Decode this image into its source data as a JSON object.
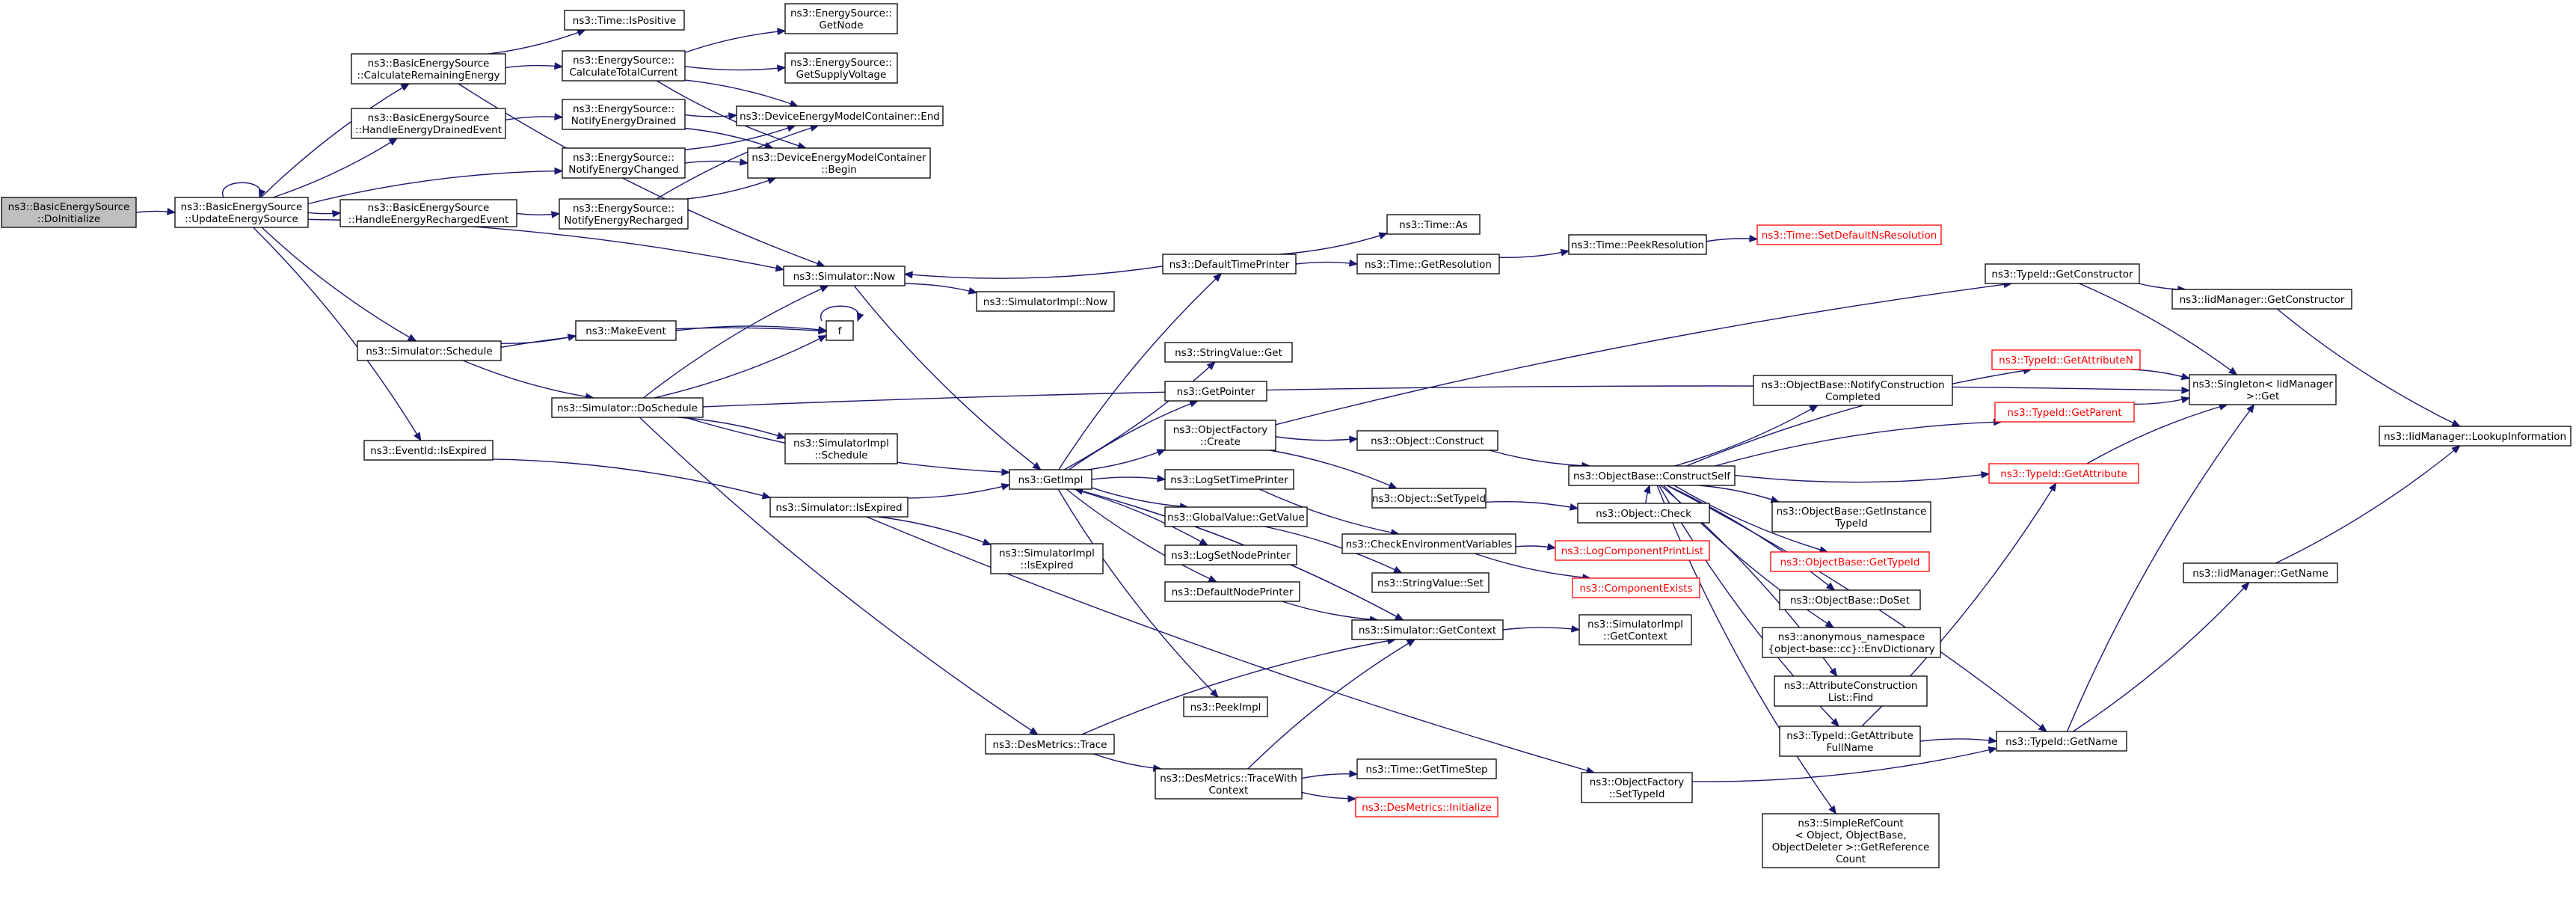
{
  "graph": {
    "nodes": [
      {
        "id": "n_doinit",
        "lines": [
          "ns3::BasicEnergySource",
          "::DoInitialize"
        ],
        "style": "start"
      },
      {
        "id": "n_update",
        "lines": [
          "ns3::BasicEnergySource",
          "::UpdateEnergySource"
        ]
      },
      {
        "id": "n_calcrem",
        "lines": [
          "ns3::BasicEnergySource",
          "::CalculateRemainingEnergy"
        ]
      },
      {
        "id": "n_handledrained",
        "lines": [
          "ns3::BasicEnergySource",
          "::HandleEnergyDrainedEvent"
        ]
      },
      {
        "id": "n_handlerecharged",
        "lines": [
          "ns3::BasicEnergySource",
          "::HandleEnergyRechargedEvent"
        ]
      },
      {
        "id": "n_timeispos",
        "lines": [
          "ns3::Time::IsPositive"
        ]
      },
      {
        "id": "n_calctotal",
        "lines": [
          "ns3::EnergySource::",
          "CalculateTotalCurrent"
        ]
      },
      {
        "id": "n_notifydrained",
        "lines": [
          "ns3::EnergySource::",
          "NotifyEnergyDrained"
        ]
      },
      {
        "id": "n_notifychanged",
        "lines": [
          "ns3::EnergySource::",
          "NotifyEnergyChanged"
        ]
      },
      {
        "id": "n_notifyrecharged",
        "lines": [
          "ns3::EnergySource::",
          "NotifyEnergyRecharged"
        ]
      },
      {
        "id": "n_getnode",
        "lines": [
          "ns3::EnergySource::",
          "GetNode"
        ]
      },
      {
        "id": "n_getsupply",
        "lines": [
          "ns3::EnergySource::",
          "GetSupplyVoltage"
        ]
      },
      {
        "id": "n_dcend",
        "lines": [
          "ns3::DeviceEnergyModelContainer::End"
        ]
      },
      {
        "id": "n_dcbegin",
        "lines": [
          "ns3::DeviceEnergyModelContainer",
          "::Begin"
        ]
      },
      {
        "id": "n_simnow",
        "lines": [
          "ns3::Simulator::Now"
        ]
      },
      {
        "id": "n_simimplnow",
        "lines": [
          "ns3::SimulatorImpl::Now"
        ]
      },
      {
        "id": "n_defaulttime",
        "lines": [
          "ns3::DefaultTimePrinter"
        ]
      },
      {
        "id": "n_timeas",
        "lines": [
          "ns3::Time::As"
        ]
      },
      {
        "id": "n_timegetres",
        "lines": [
          "ns3::Time::GetResolution"
        ]
      },
      {
        "id": "n_timepeekres",
        "lines": [
          "ns3::Time::PeekResolution"
        ]
      },
      {
        "id": "n_timesetdef",
        "lines": [
          "ns3::Time::SetDefaultNsResolution"
        ],
        "style": "red"
      },
      {
        "id": "n_simschedule",
        "lines": [
          "ns3::Simulator::Schedule"
        ]
      },
      {
        "id": "n_makeevent",
        "lines": [
          "ns3::MakeEvent"
        ]
      },
      {
        "id": "n_f",
        "lines": [
          "f"
        ]
      },
      {
        "id": "n_simdoschedule",
        "lines": [
          "ns3::Simulator::DoSchedule"
        ]
      },
      {
        "id": "n_simimplschedule",
        "lines": [
          "ns3::SimulatorImpl",
          "::Schedule"
        ]
      },
      {
        "id": "n_eventisexpired",
        "lines": [
          "ns3::EventId::IsExpired"
        ]
      },
      {
        "id": "n_simisexpired",
        "lines": [
          "ns3::Simulator::IsExpired"
        ]
      },
      {
        "id": "n_simimplisexpired",
        "lines": [
          "ns3::SimulatorImpl",
          "::IsExpired"
        ]
      },
      {
        "id": "n_getimpl",
        "lines": [
          "ns3::GetImpl"
        ]
      },
      {
        "id": "n_stringvalueget",
        "lines": [
          "ns3::StringValue::Get"
        ]
      },
      {
        "id": "n_getpointer",
        "lines": [
          "ns3::GetPointer"
        ]
      },
      {
        "id": "n_objfactcreate",
        "lines": [
          "ns3::ObjectFactory",
          "::Create"
        ]
      },
      {
        "id": "n_logsettime",
        "lines": [
          "ns3::LogSetTimePrinter"
        ]
      },
      {
        "id": "n_globalvalue",
        "lines": [
          "ns3::GlobalValue::GetValue"
        ]
      },
      {
        "id": "n_logsetnode",
        "lines": [
          "ns3::LogSetNodePrinter"
        ]
      },
      {
        "id": "n_defaultnode",
        "lines": [
          "ns3::DefaultNodePrinter"
        ]
      },
      {
        "id": "n_peekimpl",
        "lines": [
          "ns3::PeekImpl"
        ]
      },
      {
        "id": "n_desmetricstrace",
        "lines": [
          "ns3::DesMetrics::Trace"
        ]
      },
      {
        "id": "n_desmetricstracewith",
        "lines": [
          "ns3::DesMetrics::TraceWith",
          "Context"
        ]
      },
      {
        "id": "n_timegetstep",
        "lines": [
          "ns3::Time::GetTimeStep"
        ]
      },
      {
        "id": "n_desmetricsinit",
        "lines": [
          "ns3::DesMetrics::Initialize"
        ],
        "style": "red"
      },
      {
        "id": "n_objconstruct",
        "lines": [
          "ns3::Object::Construct"
        ]
      },
      {
        "id": "n_objsettypeid",
        "lines": [
          "ns3::Object::SetTypeId"
        ]
      },
      {
        "id": "n_checkenv",
        "lines": [
          "ns3::CheckEnvironmentVariables"
        ]
      },
      {
        "id": "n_stringvalueset",
        "lines": [
          "ns3::StringValue::Set"
        ]
      },
      {
        "id": "n_simgetcontext",
        "lines": [
          "ns3::Simulator::GetContext"
        ]
      },
      {
        "id": "n_simimplgetcontext",
        "lines": [
          "ns3::SimulatorImpl",
          "::GetContext"
        ]
      },
      {
        "id": "n_objfactsettypeid",
        "lines": [
          "ns3::ObjectFactory",
          "::SetTypeId"
        ]
      },
      {
        "id": "n_objbasecs",
        "lines": [
          "ns3::ObjectBase::ConstructSelf"
        ]
      },
      {
        "id": "n_objcheck",
        "lines": [
          "ns3::Object::Check"
        ]
      },
      {
        "id": "n_logcomp",
        "lines": [
          "ns3::LogComponentPrintList"
        ],
        "style": "red"
      },
      {
        "id": "n_compexists",
        "lines": [
          "ns3::ComponentExists"
        ],
        "style": "red"
      },
      {
        "id": "n_typeidgetctor",
        "lines": [
          "ns3::TypeId::GetConstructor"
        ]
      },
      {
        "id": "n_iidgetctor",
        "lines": [
          "ns3::IidManager::GetConstructor"
        ]
      },
      {
        "id": "n_singleton",
        "lines": [
          "ns3::Singleton< IidManager",
          ">::Get"
        ]
      },
      {
        "id": "n_iidlookup",
        "lines": [
          "ns3::IidManager::LookupInformation"
        ]
      },
      {
        "id": "n_typeidgetattrn",
        "lines": [
          "ns3::TypeId::GetAttributeN"
        ],
        "style": "red"
      },
      {
        "id": "n_objbasenotify",
        "lines": [
          "ns3::ObjectBase::NotifyConstruction",
          "Completed"
        ]
      },
      {
        "id": "n_typeidgetparent",
        "lines": [
          "ns3::TypeId::GetParent"
        ],
        "style": "red"
      },
      {
        "id": "n_typeidgetattr",
        "lines": [
          "ns3::TypeId::GetAttribute"
        ],
        "style": "red"
      },
      {
        "id": "n_objbasegetinst",
        "lines": [
          "ns3::ObjectBase::GetInstance",
          "TypeId"
        ]
      },
      {
        "id": "n_objbasegettypeid",
        "lines": [
          "ns3::ObjectBase::GetTypeId"
        ],
        "style": "red"
      },
      {
        "id": "n_objbasedoset",
        "lines": [
          "ns3::ObjectBase::DoSet"
        ]
      },
      {
        "id": "n_envdict",
        "lines": [
          "ns3::anonymous_namespace",
          "{object-base::cc}::EnvDictionary"
        ]
      },
      {
        "id": "n_attrconstlist",
        "lines": [
          "ns3::AttributeConstruction",
          "List::Find"
        ]
      },
      {
        "id": "n_typeidgetattrfull",
        "lines": [
          "ns3::TypeId::GetAttribute",
          "FullName"
        ]
      },
      {
        "id": "n_typeidgetname",
        "lines": [
          "ns3::TypeId::GetName"
        ]
      },
      {
        "id": "n_iidgetname",
        "lines": [
          "ns3::IidManager::GetName"
        ]
      },
      {
        "id": "n_simplerefcount",
        "lines": [
          "ns3::SimpleRefCount",
          "< Object, ObjectBase,",
          "ObjectDeleter >::GetReference",
          "Count"
        ]
      }
    ],
    "edges": [
      [
        "n_doinit",
        "n_update"
      ],
      [
        "n_update",
        "n_update"
      ],
      [
        "n_update",
        "n_calcrem"
      ],
      [
        "n_update",
        "n_handledrained"
      ],
      [
        "n_update",
        "n_notifychanged"
      ],
      [
        "n_update",
        "n_handlerecharged"
      ],
      [
        "n_update",
        "n_simnow"
      ],
      [
        "n_update",
        "n_simschedule"
      ],
      [
        "n_update",
        "n_eventisexpired"
      ],
      [
        "n_calcrem",
        "n_timeispos"
      ],
      [
        "n_calcrem",
        "n_calctotal"
      ],
      [
        "n_calcrem",
        "n_simnow"
      ],
      [
        "n_calctotal",
        "n_getnode"
      ],
      [
        "n_calctotal",
        "n_getsupply"
      ],
      [
        "n_calctotal",
        "n_dcend"
      ],
      [
        "n_calctotal",
        "n_dcbegin"
      ],
      [
        "n_handledrained",
        "n_notifydrained"
      ],
      [
        "n_notifydrained",
        "n_dcend"
      ],
      [
        "n_notifydrained",
        "n_dcbegin"
      ],
      [
        "n_notifychanged",
        "n_dcend"
      ],
      [
        "n_notifychanged",
        "n_dcbegin"
      ],
      [
        "n_handlerecharged",
        "n_notifyrecharged"
      ],
      [
        "n_notifyrecharged",
        "n_dcend"
      ],
      [
        "n_notifyrecharged",
        "n_dcbegin"
      ],
      [
        "n_simnow",
        "n_simimplnow"
      ],
      [
        "n_simnow",
        "n_getimpl"
      ],
      [
        "n_defaulttime",
        "n_simnow"
      ],
      [
        "n_defaulttime",
        "n_timeas"
      ],
      [
        "n_defaulttime",
        "n_timegetres"
      ],
      [
        "n_timegetres",
        "n_timepeekres"
      ],
      [
        "n_timepeekres",
        "n_timesetdef"
      ],
      [
        "n_simschedule",
        "n_makeevent"
      ],
      [
        "n_simschedule",
        "n_f"
      ],
      [
        "n_simschedule",
        "n_simdoschedule"
      ],
      [
        "n_makeevent",
        "n_f"
      ],
      [
        "n_f",
        "n_f"
      ],
      [
        "n_simdoschedule",
        "n_simnow"
      ],
      [
        "n_simdoschedule",
        "n_f"
      ],
      [
        "n_simdoschedule",
        "n_simimplschedule"
      ],
      [
        "n_simdoschedule",
        "n_getimpl"
      ],
      [
        "n_simdoschedule",
        "n_singleton"
      ],
      [
        "n_simdoschedule",
        "n_desmetricstrace"
      ],
      [
        "n_eventisexpired",
        "n_simisexpired"
      ],
      [
        "n_simisexpired",
        "n_getimpl"
      ],
      [
        "n_simisexpired",
        "n_simimplisexpired"
      ],
      [
        "n_simisexpired",
        "n_objfactsettypeid"
      ],
      [
        "n_getimpl",
        "n_defaulttime"
      ],
      [
        "n_getimpl",
        "n_stringvalueget"
      ],
      [
        "n_getimpl",
        "n_getpointer"
      ],
      [
        "n_getimpl",
        "n_objfactcreate"
      ],
      [
        "n_getimpl",
        "n_logsettime"
      ],
      [
        "n_getimpl",
        "n_globalvalue"
      ],
      [
        "n_getimpl",
        "n_logsetnode"
      ],
      [
        "n_getimpl",
        "n_defaultnode"
      ],
      [
        "n_getimpl",
        "n_simgetcontext"
      ],
      [
        "n_getimpl",
        "n_peekimpl"
      ],
      [
        "n_objfactcreate",
        "n_typeidgetctor"
      ],
      [
        "n_objfactcreate",
        "n_objconstruct"
      ],
      [
        "n_objfactcreate",
        "n_objsettypeid"
      ],
      [
        "n_logsettime",
        "n_checkenv"
      ],
      [
        "n_globalvalue",
        "n_stringvalueset"
      ],
      [
        "n_defaultnode",
        "n_simgetcontext"
      ],
      [
        "n_checkenv",
        "n_logcomp"
      ],
      [
        "n_checkenv",
        "n_compexists"
      ],
      [
        "n_simgetcontext",
        "n_simimplgetcontext"
      ],
      [
        "n_simgetcontext",
        "n_getimpl"
      ],
      [
        "n_desmetricstrace",
        "n_simgetcontext"
      ],
      [
        "n_desmetricstrace",
        "n_desmetricstracewith"
      ],
      [
        "n_desmetricstracewith",
        "n_timegetstep"
      ],
      [
        "n_desmetricstracewith",
        "n_desmetricsinit"
      ],
      [
        "n_desmetricstracewith",
        "n_simgetcontext"
      ],
      [
        "n_objconstruct",
        "n_objbasecs"
      ],
      [
        "n_objsettypeid",
        "n_objcheck"
      ],
      [
        "n_objfactsettypeid",
        "n_typeidgetname"
      ],
      [
        "n_objbasecs",
        "n_typeidgetattrn"
      ],
      [
        "n_objbasecs",
        "n_objbasenotify"
      ],
      [
        "n_objbasecs",
        "n_typeidgetparent"
      ],
      [
        "n_objbasecs",
        "n_typeidgetattr"
      ],
      [
        "n_objbasecs",
        "n_objbasegetinst"
      ],
      [
        "n_objbasecs",
        "n_objbasegettypeid"
      ],
      [
        "n_objbasecs",
        "n_objbasedoset"
      ],
      [
        "n_objbasecs",
        "n_envdict"
      ],
      [
        "n_objbasecs",
        "n_attrconstlist"
      ],
      [
        "n_objbasecs",
        "n_typeidgetattrfull"
      ],
      [
        "n_objbasecs",
        "n_typeidgetname"
      ],
      [
        "n_objbasecs",
        "n_simplerefcount"
      ],
      [
        "n_objcheck",
        "n_objbasecs"
      ],
      [
        "n_typeidgetctor",
        "n_iidgetctor"
      ],
      [
        "n_typeidgetctor",
        "n_singleton"
      ],
      [
        "n_iidgetctor",
        "n_iidlookup"
      ],
      [
        "n_typeidgetattrn",
        "n_singleton"
      ],
      [
        "n_typeidgetparent",
        "n_singleton"
      ],
      [
        "n_typeidgetattr",
        "n_singleton"
      ],
      [
        "n_typeidgetattrfull",
        "n_typeidgetattr"
      ],
      [
        "n_typeidgetattrfull",
        "n_typeidgetname"
      ],
      [
        "n_typeidgetname",
        "n_iidgetname"
      ],
      [
        "n_typeidgetname",
        "n_singleton"
      ],
      [
        "n_iidgetname",
        "n_iidlookup"
      ]
    ]
  }
}
